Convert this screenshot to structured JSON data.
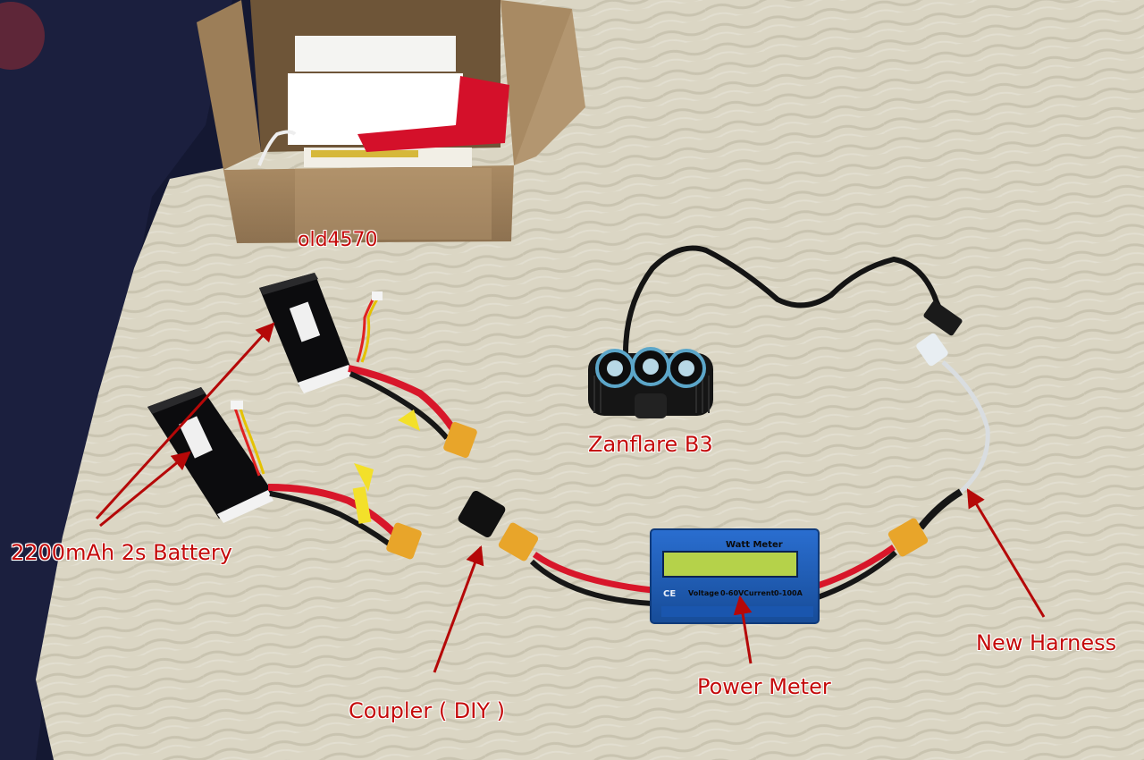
{
  "labels": {
    "box": "old4570",
    "light": "Zanflare B3",
    "battery": "2200mAh 2s Battery",
    "coupler": "Coupler ( DIY )",
    "meter": "Power Meter",
    "harness": "New Harness"
  },
  "meter": {
    "title": "Watt Meter",
    "voltage": "Voltage",
    "voltage_range": "0-60V",
    "current": "Current",
    "current_range": "0-100A",
    "ce": "CE"
  },
  "colors": {
    "annotation": "#c40a0a",
    "blanket": "#e6e1d0",
    "meter_body": "#1f5fb8"
  }
}
